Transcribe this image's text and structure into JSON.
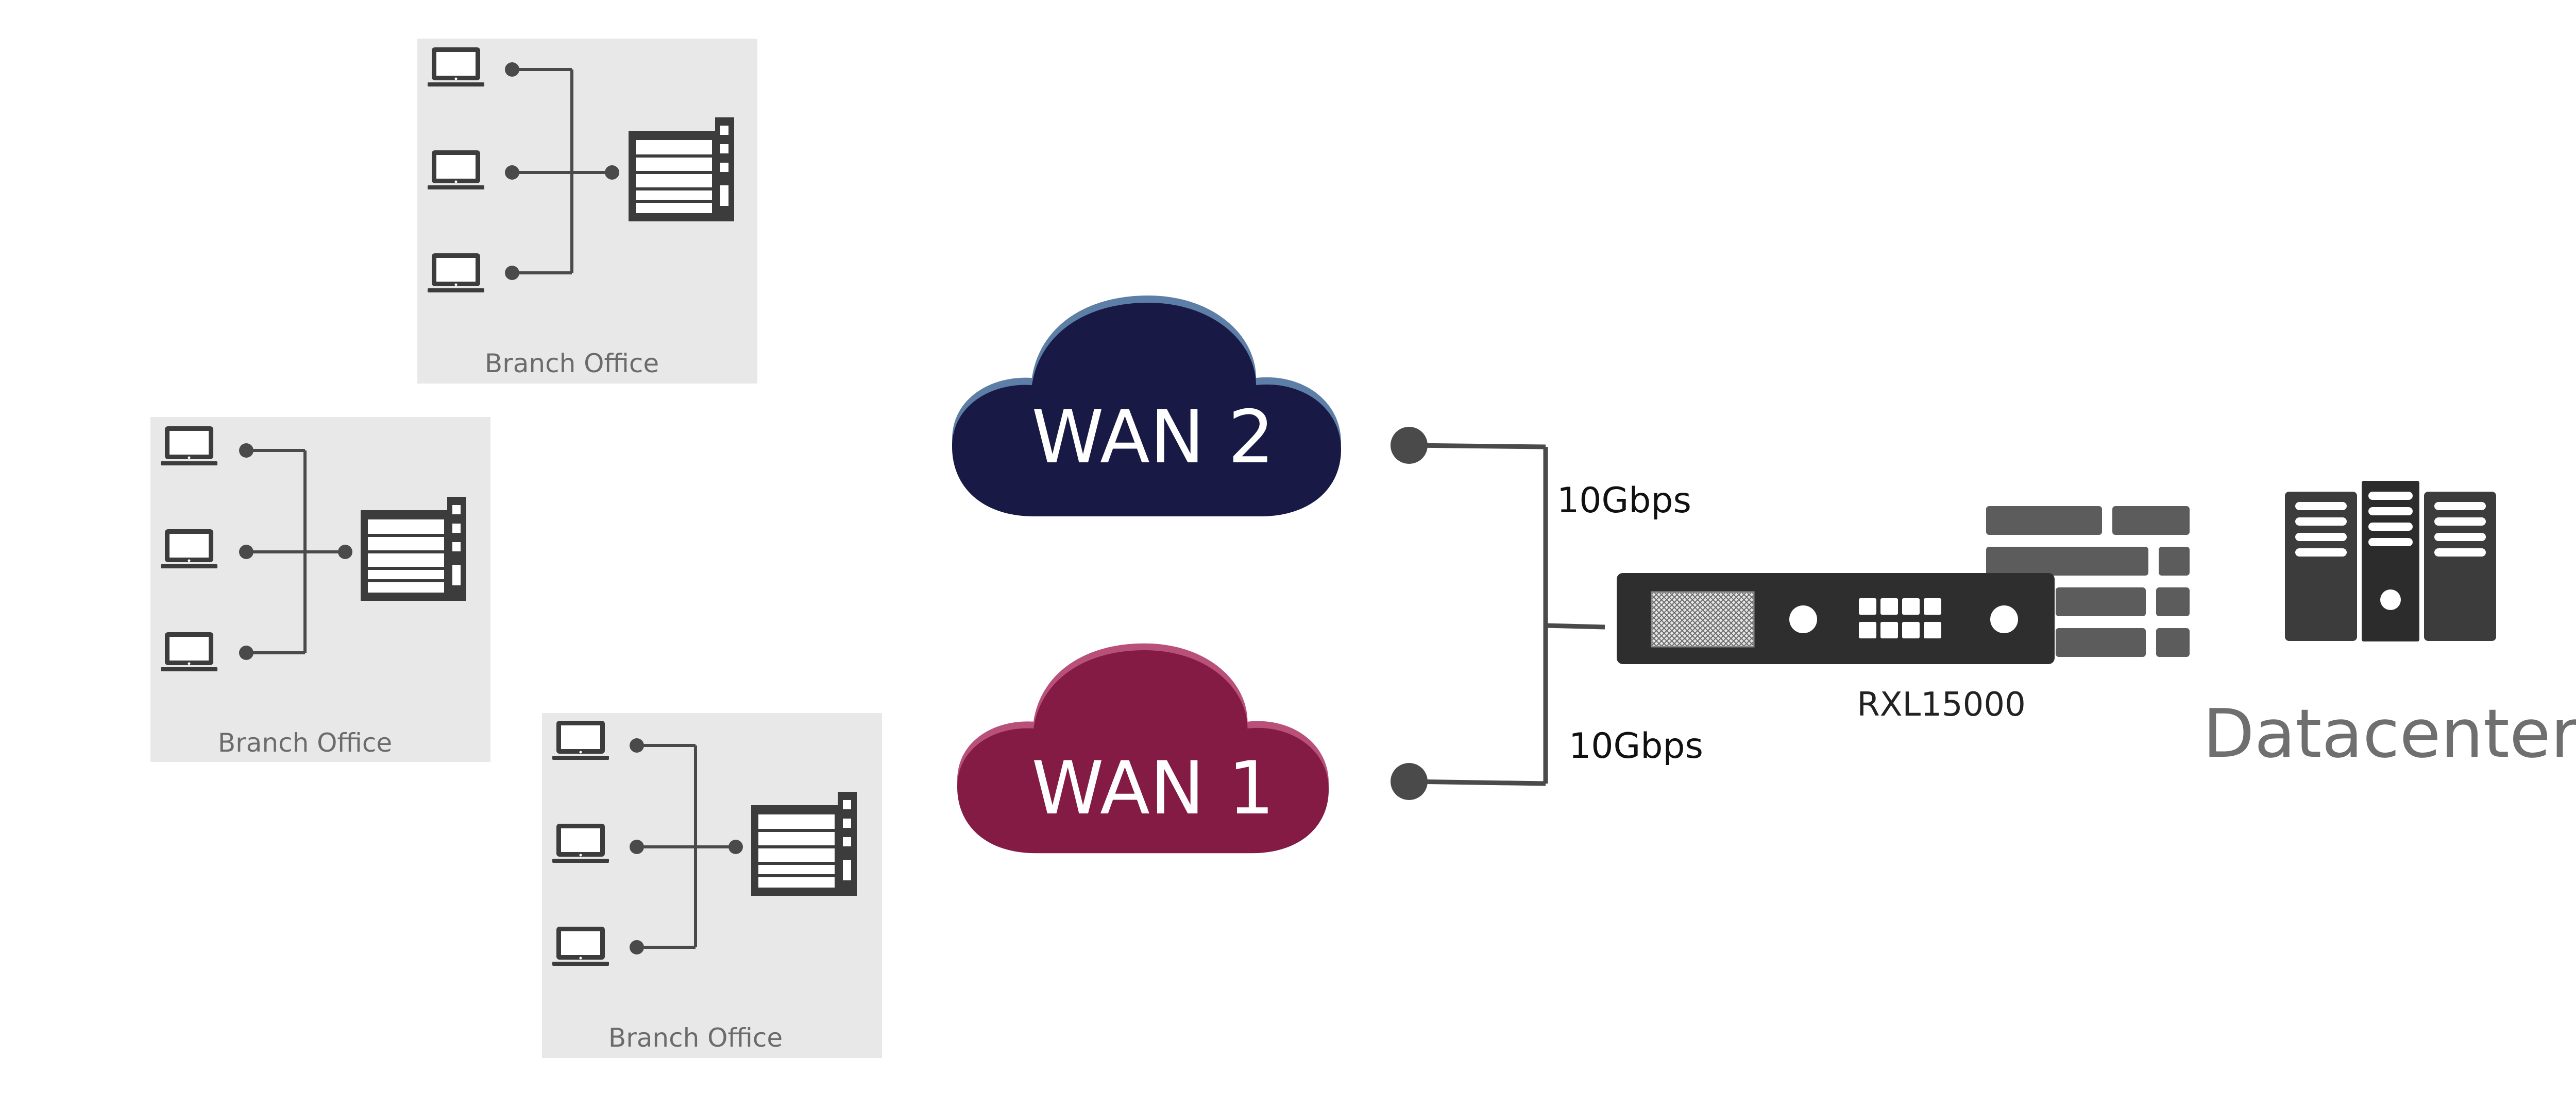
{
  "colors": {
    "branch_bg": "#e8e8e8",
    "icon_dark": "#3c3c3c",
    "wan2_fill": "#181a45",
    "wan2_rim": "#5d7ea6",
    "wan1_fill": "#841b44",
    "wan1_rim": "#b8507a",
    "line": "#4a4a4a",
    "datacenter_gray": "#6f6f6f"
  },
  "branches": [
    {
      "label": "Branch Office",
      "icons": [
        "laptop-icon",
        "laptop-icon",
        "laptop-icon",
        "server-icon"
      ]
    },
    {
      "label": "Branch Office",
      "icons": [
        "laptop-icon",
        "laptop-icon",
        "laptop-icon",
        "server-icon"
      ]
    },
    {
      "label": "Branch Office",
      "icons": [
        "laptop-icon",
        "laptop-icon",
        "laptop-icon",
        "server-icon"
      ]
    }
  ],
  "clouds": [
    {
      "label": "WAN 2",
      "icon": "cloud-icon"
    },
    {
      "label": "WAN 1",
      "icon": "cloud-icon"
    }
  ],
  "links": [
    {
      "label": "10Gbps"
    },
    {
      "label": "10Gbps"
    }
  ],
  "appliance": {
    "label": "RXL15000",
    "icon": "rack-appliance-icon"
  },
  "firewall": {
    "icon": "firewall-icon"
  },
  "datacenter": {
    "label": "Datacenter",
    "icon": "datacenter-servers-icon"
  }
}
